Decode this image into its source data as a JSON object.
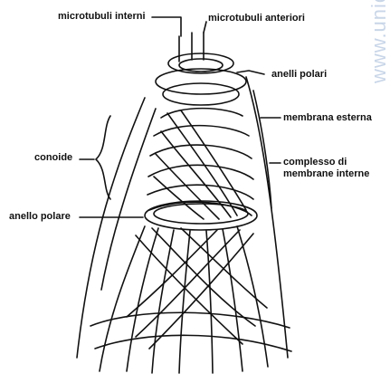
{
  "labels": {
    "microtubuli_interni": "microtubuli interni",
    "microtubuli_anteriori": "microtubuli anteriori",
    "anelli_polari": "anelli polari",
    "membrana_esterna": "membrana esterna",
    "conoide": "conoide",
    "complesso_line1": "complesso di",
    "complesso_line2": "membrane interne",
    "anello_polare": "anello polare"
  },
  "watermark": "www.unidoc",
  "colors": {
    "ink": "#111111",
    "watermark": "#c9d6e8"
  }
}
